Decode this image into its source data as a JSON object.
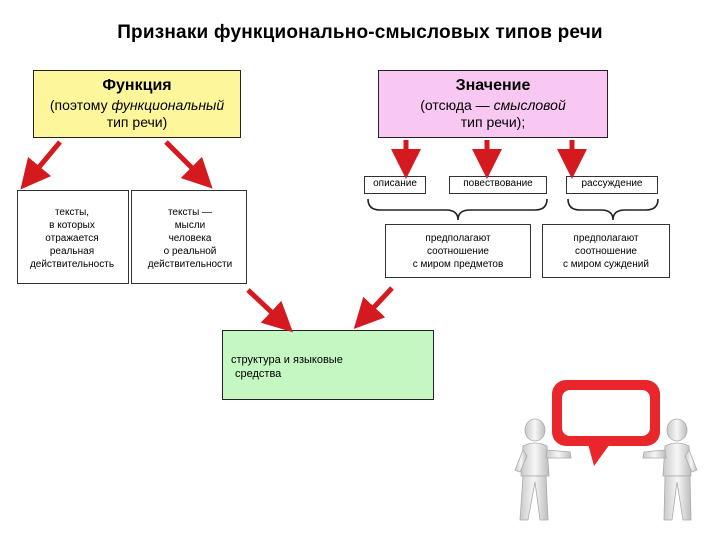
{
  "title": "Признаки функционально-смысловых типов речи",
  "function_box": {
    "heading": "Функция",
    "line1_prefix": "(поэтому ",
    "line1_italic": "функциональный",
    "line2": "тип речи)"
  },
  "meaning_box": {
    "heading": "Значение",
    "line1_prefix": "(отсюда — ",
    "line1_italic": "смысловой",
    "line2": "тип речи);"
  },
  "texts_left": [
    "тексты,",
    "в которых",
    "отражается",
    "реальная",
    "действительность"
  ],
  "texts_right": [
    "тексты —",
    "мысли",
    "человека",
    "о реальной",
    "действительности"
  ],
  "types": [
    "описание",
    "повествование",
    "рассуждение"
  ],
  "presuppose_objects": [
    "предполагают",
    "соотношение",
    "с миром предметов"
  ],
  "presuppose_judgements": [
    "предполагают",
    "соотношение",
    "с миром суждений"
  ],
  "result": [
    "структура и языковые",
    "средства"
  ],
  "colors": {
    "function_box": "#fdf69a",
    "meaning_box": "#f8c8f2",
    "result_box": "#c5f7c2",
    "arrow": "#d4191f",
    "bubble": "#e8262b"
  }
}
